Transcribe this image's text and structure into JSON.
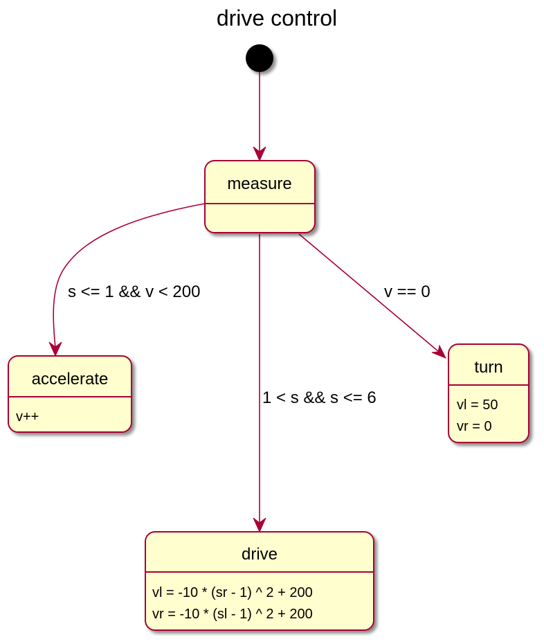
{
  "title": "drive control",
  "colors": {
    "state_fill": "#FEFECE",
    "state_border": "#A80036",
    "edge": "#A80036",
    "initial": "#000000",
    "shadow": "#BBBBBB"
  },
  "states": {
    "measure": {
      "name": "measure",
      "lines": []
    },
    "accelerate": {
      "name": "accelerate",
      "lines": [
        "v++"
      ]
    },
    "turn": {
      "name": "turn",
      "lines": [
        "vl = 50",
        "vr = 0"
      ]
    },
    "drive": {
      "name": "drive",
      "lines": [
        "vl = -10 * (sr - 1) ^ 2 + 200",
        "vr = -10 * (sl - 1) ^ 2 + 200"
      ]
    }
  },
  "transitions": [
    {
      "from": "initial",
      "to": "measure",
      "label": ""
    },
    {
      "from": "measure",
      "to": "accelerate",
      "label": "s <= 1 && v < 200"
    },
    {
      "from": "measure",
      "to": "drive",
      "label": "1 < s && s <= 6"
    },
    {
      "from": "measure",
      "to": "turn",
      "label": "v == 0"
    }
  ]
}
